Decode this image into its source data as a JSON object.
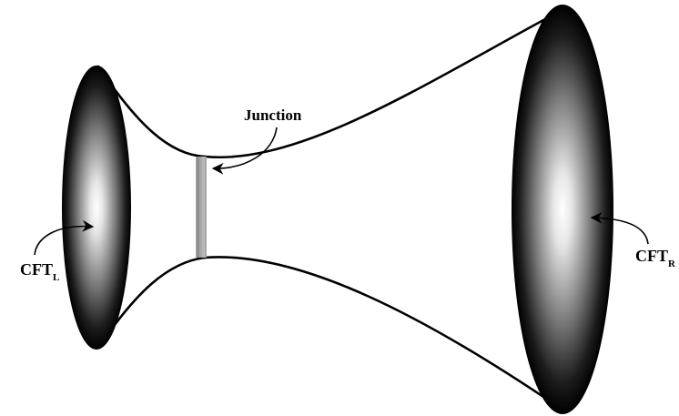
{
  "labels": {
    "junction": "Junction",
    "left_cft_main": "CFT",
    "left_cft_sub": "L",
    "right_cft_main": "CFT",
    "right_cft_sub": "R"
  },
  "colors": {
    "ellipse_dark": "#000000",
    "ellipse_light": "#ffffff",
    "junction_gray": "#9a9a9a",
    "stroke": "#000000"
  }
}
